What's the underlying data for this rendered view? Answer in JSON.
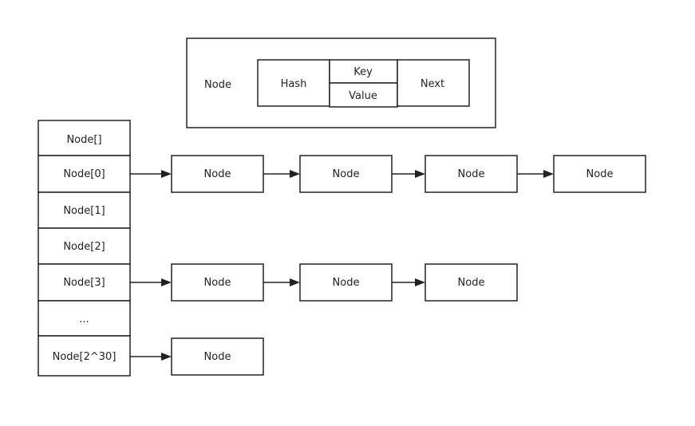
{
  "legend": {
    "caption": "Node",
    "fields": {
      "hash": "Hash",
      "key": "Key",
      "value": "Value",
      "next": "Next"
    }
  },
  "table": {
    "header": "Node[]",
    "slots": [
      "Node[0]",
      "Node[1]",
      "Node[2]",
      "Node[3]",
      "...",
      "Node[2^30]"
    ]
  },
  "chains": [
    {
      "slot": "Node[0]",
      "nodes": [
        "Node",
        "Node",
        "Node",
        "Node"
      ]
    },
    {
      "slot": "Node[3]",
      "nodes": [
        "Node",
        "Node",
        "Node"
      ]
    },
    {
      "slot": "Node[2^30]",
      "nodes": [
        "Node"
      ]
    }
  ]
}
